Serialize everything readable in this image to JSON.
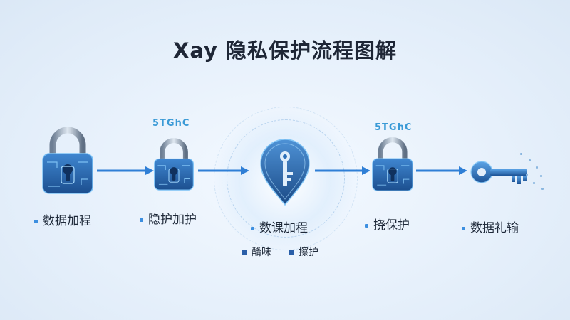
{
  "title": "Xay 隐私保护流程图解",
  "steps": [
    {
      "label": "数据加程",
      "icon": "padlock-icon"
    },
    {
      "label": "隐护加护",
      "icon": "padlock-icon"
    },
    {
      "label": "数课加程",
      "icon": "shield-key-icon"
    },
    {
      "label": "挠保护",
      "icon": "padlock-icon"
    },
    {
      "label": "数据礼输",
      "icon": "key-icon"
    }
  ],
  "codes": [
    "5TGhC",
    "5TGhC"
  ],
  "sub_items": [
    "酳味",
    "擦护"
  ],
  "colors": {
    "accent": "#3d8fe0",
    "lock_body": "#2b6fb8",
    "lock_dark": "#163c6e",
    "arrow": "#2f7fd6"
  }
}
